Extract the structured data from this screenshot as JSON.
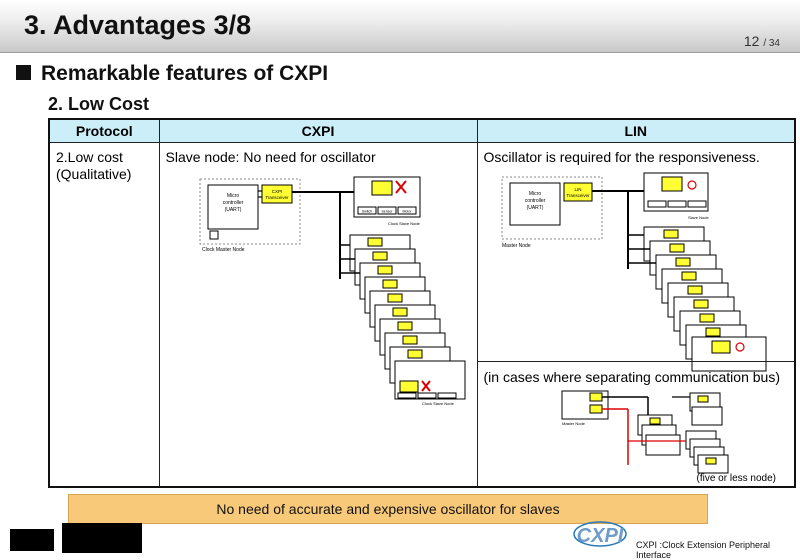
{
  "title": "3. Advantages 3/8",
  "page": {
    "current": "12",
    "total": "/ 34"
  },
  "heading1": "Remarkable features of CXPI",
  "heading2": "2. Low Cost",
  "table": {
    "headers": [
      "Protocol",
      "CXPI",
      "LIN"
    ],
    "row_label_1": "2.Low cost",
    "row_label_2": "(Qualitative)",
    "cxpi_text": "Slave node: No need for oscillator",
    "lin_text": "Oscillator is required for the responsiveness.",
    "lin_note": "(in cases where separating communication bus)",
    "lin_note2": "(five or less node)"
  },
  "diagram": {
    "micro_label": "Micro controller (UART)",
    "cxpi_transceiver": "CXPI Transceiver",
    "lin_transceiver": "LIN Transceiver",
    "clock_master_node": "Clock Master Node",
    "master_node": "Master Node",
    "clock_slave_node": "Clock Slave Node",
    "slave_node": "Slave Node",
    "switch": "Switch",
    "sensor": "Sensor",
    "motor": "Motor"
  },
  "banner": "No need of accurate and expensive oscillator for slaves",
  "logo_text": "CXPI",
  "footer": "CXPI :Clock Extension Peripheral Interface",
  "colors": {
    "header_bg": "#cbeef8",
    "banner_bg": "#f9c97a",
    "chip": "#ffff33",
    "bus": "#000000",
    "lin_bus": "#d40000"
  }
}
